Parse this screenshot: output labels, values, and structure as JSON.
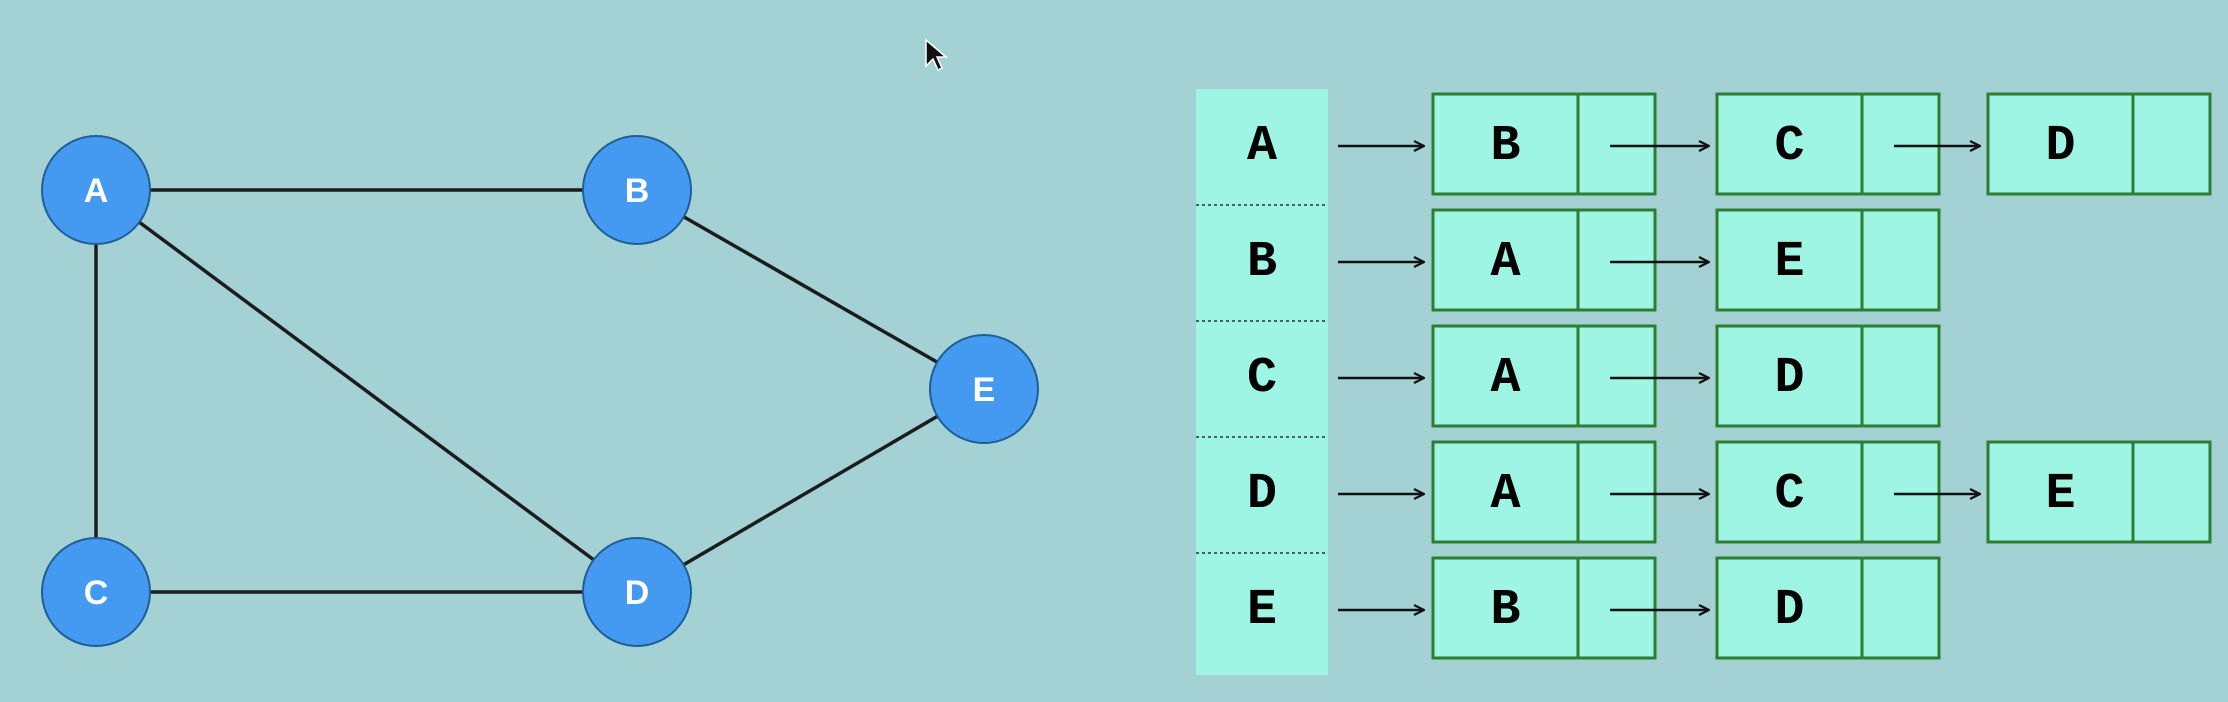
{
  "colors": {
    "background": "#a4d2d4",
    "node_fill": "#4499f0",
    "node_stroke": "#1f5f96",
    "node_text": "#ffffff",
    "edge": "#1c1c1c",
    "cell_fill": "#9ff5e3",
    "cell_border": "#2e7d32",
    "head_fill": "#9ff5e3",
    "text": "#000000"
  },
  "graph": {
    "nodes": [
      {
        "id": "A",
        "label": "A"
      },
      {
        "id": "B",
        "label": "B"
      },
      {
        "id": "C",
        "label": "C"
      },
      {
        "id": "D",
        "label": "D"
      },
      {
        "id": "E",
        "label": "E"
      }
    ],
    "edges": [
      [
        "A",
        "B"
      ],
      [
        "A",
        "C"
      ],
      [
        "A",
        "D"
      ],
      [
        "B",
        "E"
      ],
      [
        "C",
        "D"
      ],
      [
        "D",
        "E"
      ]
    ]
  },
  "adjacency_list": [
    {
      "head": "A",
      "neighbors": [
        "B",
        "C",
        "D"
      ]
    },
    {
      "head": "B",
      "neighbors": [
        "A",
        "E"
      ]
    },
    {
      "head": "C",
      "neighbors": [
        "A",
        "D"
      ]
    },
    {
      "head": "D",
      "neighbors": [
        "A",
        "C",
        "E"
      ]
    },
    {
      "head": "E",
      "neighbors": [
        "B",
        "D"
      ]
    }
  ]
}
